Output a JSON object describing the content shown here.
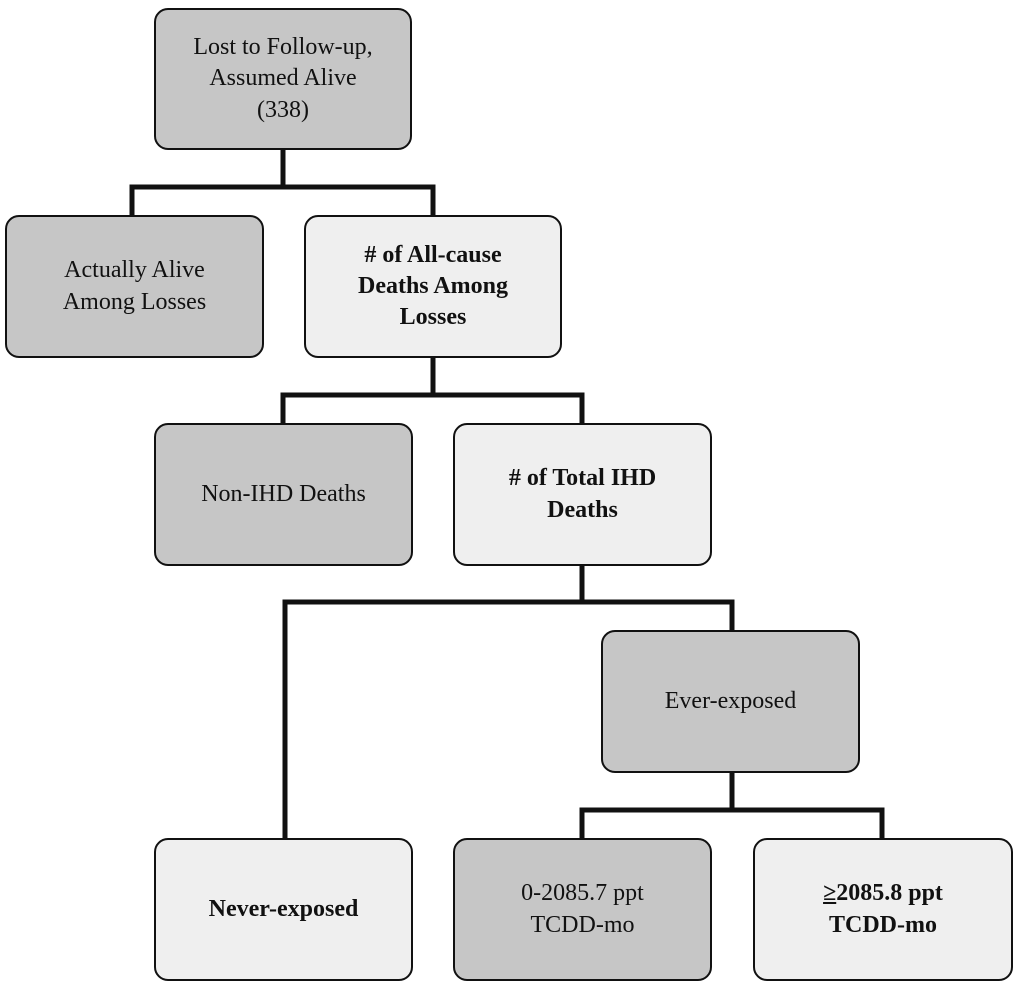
{
  "nodes": {
    "lost": {
      "lines": [
        "Lost to Follow-up,",
        "Assumed Alive",
        "(338)"
      ]
    },
    "actually_alive": {
      "lines": [
        "Actually Alive",
        "Among Losses"
      ]
    },
    "all_cause": {
      "lines": [
        "# of All-cause",
        "Deaths Among",
        "Losses"
      ]
    },
    "non_ihd": {
      "lines": [
        "Non-IHD Deaths"
      ]
    },
    "total_ihd": {
      "lines": [
        "# of Total IHD",
        "Deaths"
      ]
    },
    "ever_exposed": {
      "lines": [
        "Ever-exposed"
      ]
    },
    "never_exposed": {
      "lines": [
        "Never-exposed"
      ]
    },
    "low_dose": {
      "lines": [
        "0-2085.7 ppt",
        "TCDD-mo"
      ]
    },
    "high_dose": {
      "symbol": "≥",
      "lines": [
        "2085.8 ppt",
        "TCDD-mo"
      ]
    }
  },
  "colors": {
    "dark_fill": "#c6c6c6",
    "light_fill": "#efefef",
    "line": "#111111"
  }
}
